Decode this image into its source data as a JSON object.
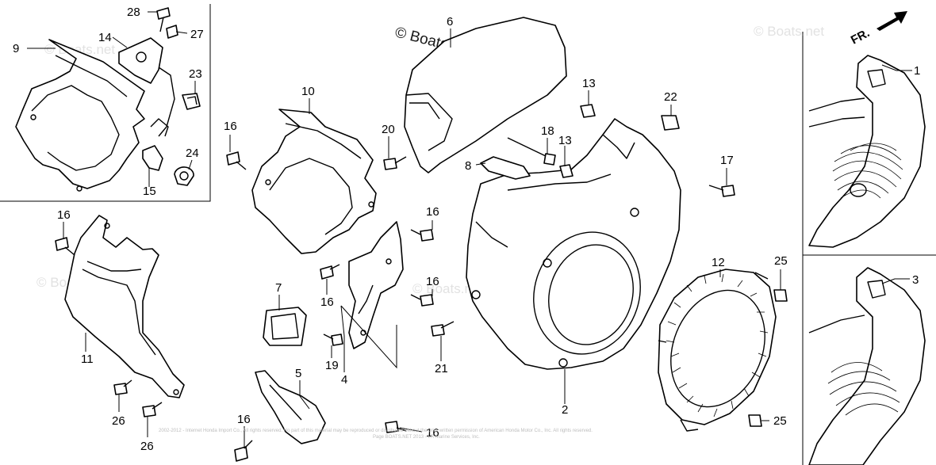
{
  "watermark": "© Boats.net",
  "faint_watermarks": [
    "© Boats.net",
    "© Boats.net",
    "© Boats.net",
    "© Boats.net"
  ],
  "front_indicator": "FR.",
  "fine_print": "2002-2012 - Internet Honda Import Co., All rights reserved. No part of this material may be reproduced or distributed without the prior written permission of American Honda Motor Co., Inc. All rights reserved.",
  "fine_print_2": "Page BOATS.NET 2013 - LR Marine Services, Inc.",
  "callouts": {
    "c1": "1",
    "c2": "2",
    "c3": "3",
    "c4": "4",
    "c5": "5",
    "c6": "6",
    "c7": "7",
    "c8": "8",
    "c9": "9",
    "c10": "10",
    "c11": "11",
    "c12": "12",
    "c13a": "13",
    "c13b": "13",
    "c14": "14",
    "c15": "15",
    "c16a": "16",
    "c16b": "16",
    "c16c": "16",
    "c16d": "16",
    "c16e": "16",
    "c16f": "16",
    "c16g": "16",
    "c17": "17",
    "c18": "18",
    "c19": "19",
    "c20": "20",
    "c21": "21",
    "c22": "22",
    "c23": "23",
    "c24": "24",
    "c25a": "25",
    "c25b": "25",
    "c26a": "26",
    "c26b": "26",
    "c27": "27",
    "c28": "28"
  }
}
